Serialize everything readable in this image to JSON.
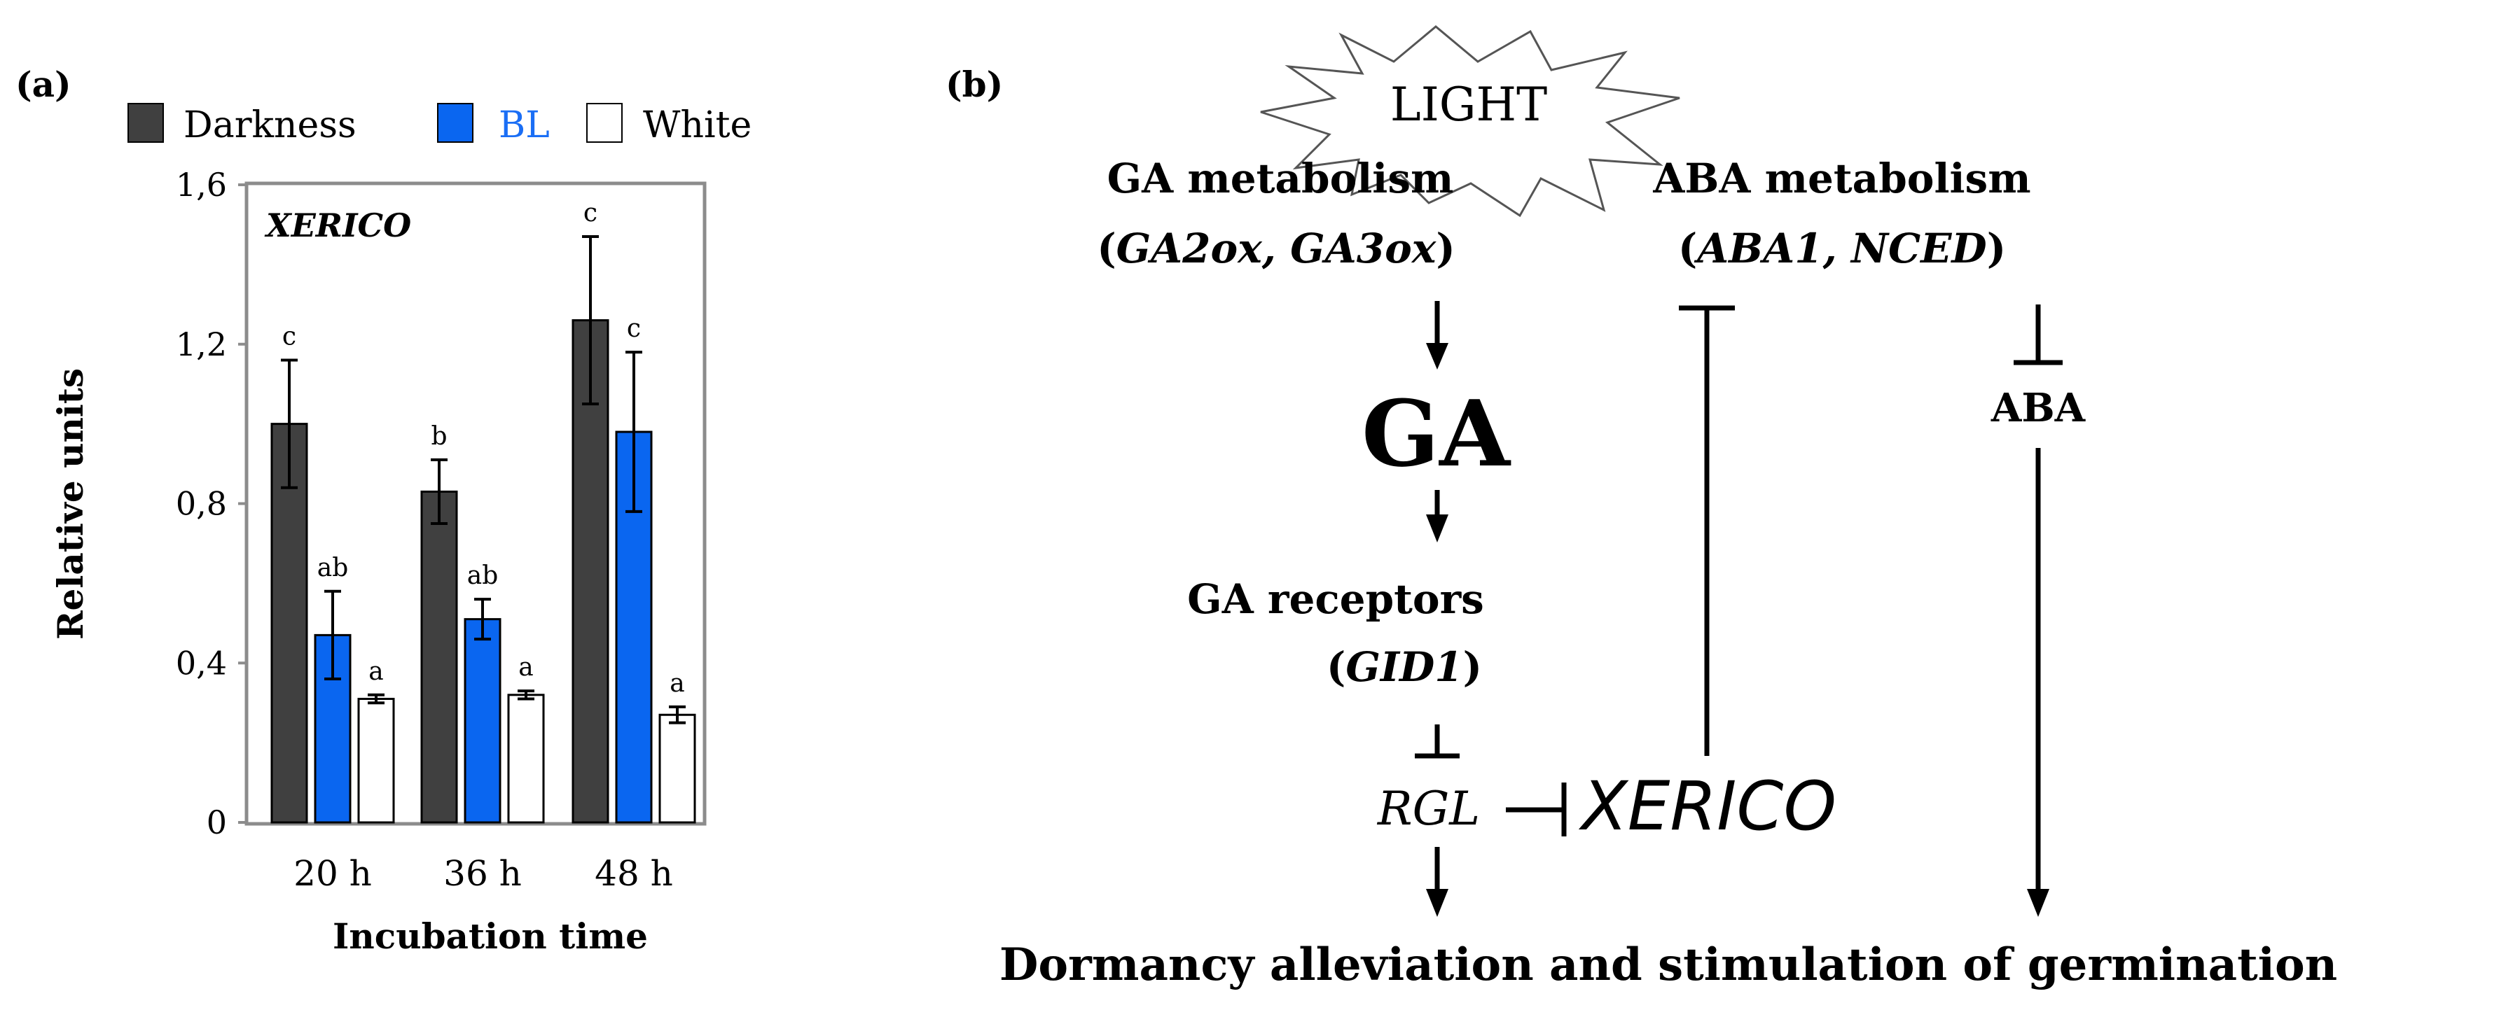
{
  "panel_a": {
    "label": "(a)",
    "legend": [
      {
        "label": "Darkness",
        "color": "#404040",
        "text_color": "#000000"
      },
      {
        "label": "BL",
        "color": "#0a66f0",
        "text_color": "#1a6ef5"
      },
      {
        "label": "White",
        "color": "#ffffff",
        "text_color": "#000000"
      }
    ],
    "gene_label": "XERICO",
    "y_axis_label": "Relative units",
    "x_axis_label": "Incubation time"
  },
  "chart_data": {
    "type": "bar",
    "categories": [
      "20 h",
      "36 h",
      "48 h"
    ],
    "series": [
      {
        "name": "Darkness",
        "color": "#404040",
        "values": [
          1.0,
          0.83,
          1.26
        ],
        "errors": [
          0.16,
          0.08,
          0.21
        ],
        "letters": [
          "c",
          "b",
          "c"
        ]
      },
      {
        "name": "BL",
        "color": "#0a66f0",
        "values": [
          0.47,
          0.51,
          0.98
        ],
        "errors": [
          0.11,
          0.05,
          0.2
        ],
        "letters": [
          "ab",
          "ab",
          "c"
        ]
      },
      {
        "name": "White",
        "color": "#ffffff",
        "values": [
          0.31,
          0.32,
          0.27
        ],
        "errors": [
          0.01,
          0.01,
          0.02
        ],
        "letters": [
          "a",
          "a",
          "a"
        ]
      }
    ],
    "ylim": [
      0,
      1.6
    ],
    "yticks": [
      0,
      0.4,
      0.8,
      1.2,
      1.6
    ],
    "ytick_labels": [
      "0",
      "0,4",
      "0,8",
      "1,2",
      "1,6"
    ],
    "xlabel": "Incubation time",
    "ylabel": "Relative units",
    "title": "XERICO",
    "grid": false,
    "legend_position": "top"
  },
  "panel_b": {
    "label": "(b)",
    "light": "LIGHT",
    "ga_metabolism": "GA metabolism",
    "ga_genes_open": "(",
    "ga_genes": "GA2ox, GA3ox",
    "ga_genes_close": ")",
    "aba_metabolism": "ABA metabolism",
    "aba_genes_open": "(",
    "aba_genes": "ABA1, NCED",
    "aba_genes_close": ")",
    "ga": "GA",
    "aba": "ABA",
    "ga_receptors": "GA receptors",
    "gid1_open": "(",
    "gid1": "GID1",
    "gid1_close": ")",
    "rgl": "RGL",
    "xerico": "XERICO",
    "outcome": "Dormancy alleviation and stimulation of germination"
  }
}
